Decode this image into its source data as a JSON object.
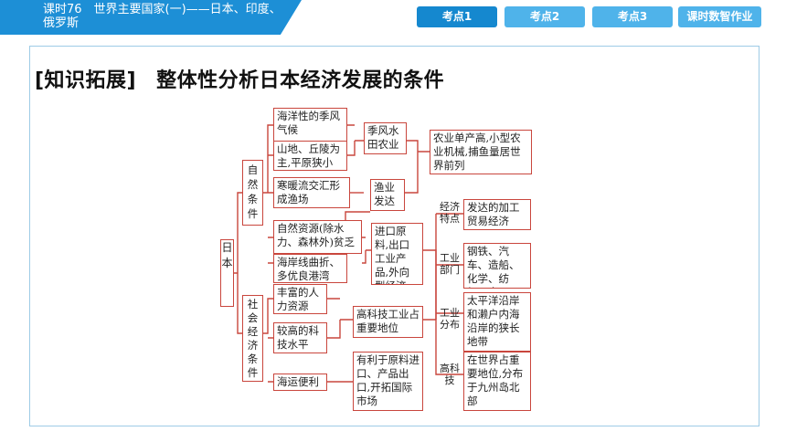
{
  "header": {
    "lesson_title_line1": "课时76　世界主要国家(一)——日本、印度、",
    "lesson_title_line2": "俄罗斯",
    "tabs": [
      {
        "label": "考点1",
        "active": true
      },
      {
        "label": "考点2",
        "active": false
      },
      {
        "label": "考点3",
        "active": false
      },
      {
        "label": "课时数智作业",
        "active": false
      }
    ]
  },
  "section": {
    "tag": "[知识拓展]",
    "title": "整体性分析日本经济发展的条件"
  },
  "diagram": {
    "root": "日本",
    "natural": "自然条件",
    "social": "社会经济条件",
    "n_marine": "海洋性的季风气候",
    "n_terrain": "山地、丘陵为主,平原狭小",
    "n_current": "寒暖流交汇形成渔场",
    "n_resources": "自然资源(除水力、森林外)贫乏",
    "n_coast": "海岸线曲折、多优良港湾",
    "s_labor": "丰富的人力资源",
    "s_tech": "较高的科技水平",
    "s_shipping": "海运便利",
    "m_paddy": "季风水田农业",
    "m_fishery": "渔业发达",
    "m_processing": "进口原料,出口工业产品,外向型经济",
    "m_hightech": "高科技工业占重要地位",
    "m_market": "有利于原料进口、产品出口,开拓国际市场",
    "r_agri": "农业单产高,小型农业机械,捕鱼量居世界前列",
    "lbl_econ": "经济特点",
    "lbl_dept": "工业部门",
    "lbl_dist": "工业分布",
    "lbl_high": "高科技",
    "r_econ": "发达的加工贸易经济",
    "r_dept": "钢铁、汽车、造船、化学、纺织、电子",
    "r_dist": "太平洋沿岸和濑户内海沿岸的狭长地带",
    "r_high": "在世界占重要地位,分布于九州岛北部"
  },
  "colors": {
    "accent": "#1d8fd6",
    "tab_inactive": "#4fb3ea",
    "line": "#c9463d"
  }
}
